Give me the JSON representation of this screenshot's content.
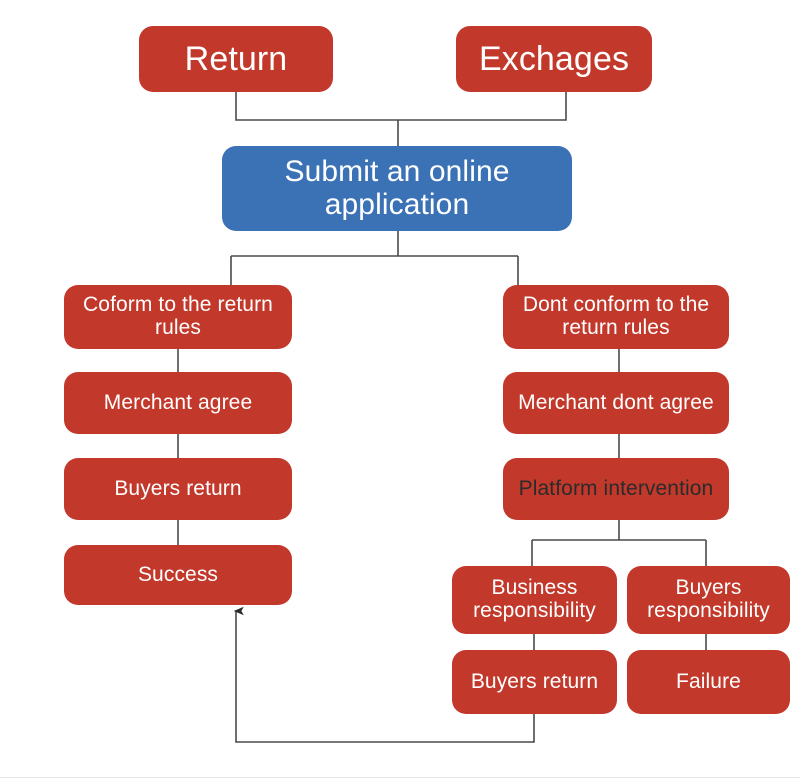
{
  "diagram": {
    "title": "Return and Exchanges process flowchart",
    "colors": {
      "red": "#c2392c",
      "blue": "#3b72b5",
      "connector": "#4a4a4a",
      "background": "#ffffff",
      "node_text": "#ffffff",
      "dark_node_text": "#2b2b2b"
    },
    "nodes": {
      "return": "Return",
      "exchanges": "Exchages",
      "submit": "Submit an online application",
      "conform": "Coform to the return rules",
      "merchant_agree": "Merchant agree",
      "buyers_return_left": "Buyers return",
      "success": "Success",
      "dont_conform": "Dont conform to the return rules",
      "merchant_dont_agree": "Merchant dont agree",
      "platform_intervention": "Platform intervention",
      "business_responsibility": "Business responsibility",
      "buyers_responsibility": "Buyers responsibility",
      "buyers_return_right": "Buyers return",
      "failure": "Failure"
    }
  }
}
